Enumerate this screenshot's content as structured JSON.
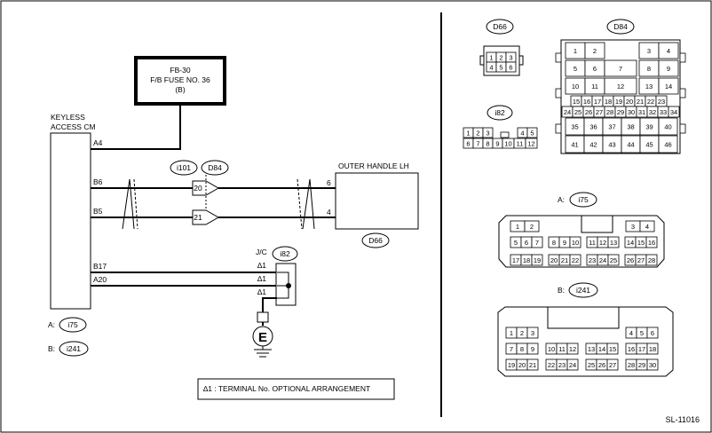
{
  "fuse": {
    "line1": "FB-30",
    "line2": "F/B FUSE NO. 36",
    "line3": "(B)"
  },
  "module": {
    "line1": "KEYLESS",
    "line2": "ACCESS CM"
  },
  "pins": {
    "a4": "A4",
    "b6": "B6",
    "b5": "B5",
    "b17": "B17",
    "a20": "A20"
  },
  "junction": {
    "label": "J/C",
    "conn": "i82",
    "star": "∆1"
  },
  "inline_conns": {
    "left": "i101",
    "right": "D84",
    "pin20": "20",
    "pin21": "21"
  },
  "handle": {
    "label": "OUTER HANDLE LH",
    "conn": "D66",
    "pin6": "6",
    "pin4": "4"
  },
  "legend_left": {
    "a_label": "A:",
    "a_conn": "i75",
    "b_label": "B:",
    "b_conn": "i241"
  },
  "note": "∆1 : TERMINAL No. OPTIONAL ARRANGEMENT",
  "ground": "E",
  "connectors": {
    "d66": {
      "title": "D66",
      "pins": [
        "1",
        "2",
        "3",
        "4",
        "5",
        "6"
      ]
    },
    "d84": {
      "title": "D84",
      "row1": [
        "1",
        "2",
        "3",
        "4"
      ],
      "row2": [
        "5",
        "6",
        "7",
        "8",
        "9"
      ],
      "row3": [
        "10",
        "11",
        "12",
        "13",
        "14"
      ],
      "row4": [
        "15",
        "16",
        "17",
        "18",
        "19",
        "20",
        "21",
        "22",
        "23"
      ],
      "row5": [
        "24",
        "25",
        "26",
        "27",
        "28",
        "29",
        "30",
        "31",
        "32",
        "33",
        "34"
      ],
      "row6": [
        "35",
        "36",
        "37",
        "38",
        "39",
        "40"
      ],
      "row7": [
        "41",
        "42",
        "43",
        "44",
        "45",
        "46"
      ]
    },
    "i82": {
      "title": "i82",
      "row1": [
        "1",
        "2",
        "3",
        "4",
        "5"
      ],
      "row2": [
        "6",
        "7",
        "8",
        "9",
        "10",
        "11",
        "12"
      ]
    },
    "i75": {
      "prefix": "A:",
      "title": "i75",
      "row1": [
        "1",
        "2",
        "3",
        "4"
      ],
      "row2": [
        "5",
        "6",
        "7",
        "8",
        "9",
        "10",
        "11",
        "12",
        "13",
        "14",
        "15",
        "16"
      ],
      "row3": [
        "17",
        "18",
        "19",
        "20",
        "21",
        "22",
        "23",
        "24",
        "25",
        "26",
        "27",
        "28"
      ]
    },
    "i241": {
      "prefix": "B:",
      "title": "i241",
      "row1": [
        "1",
        "2",
        "3",
        "4",
        "5",
        "6"
      ],
      "row2": [
        "7",
        "8",
        "9",
        "10",
        "11",
        "12",
        "13",
        "14",
        "15",
        "16",
        "17",
        "18"
      ],
      "row3": [
        "19",
        "20",
        "21",
        "22",
        "23",
        "24",
        "25",
        "26",
        "27",
        "28",
        "29",
        "30"
      ]
    }
  },
  "figure_id": "SL-11016"
}
